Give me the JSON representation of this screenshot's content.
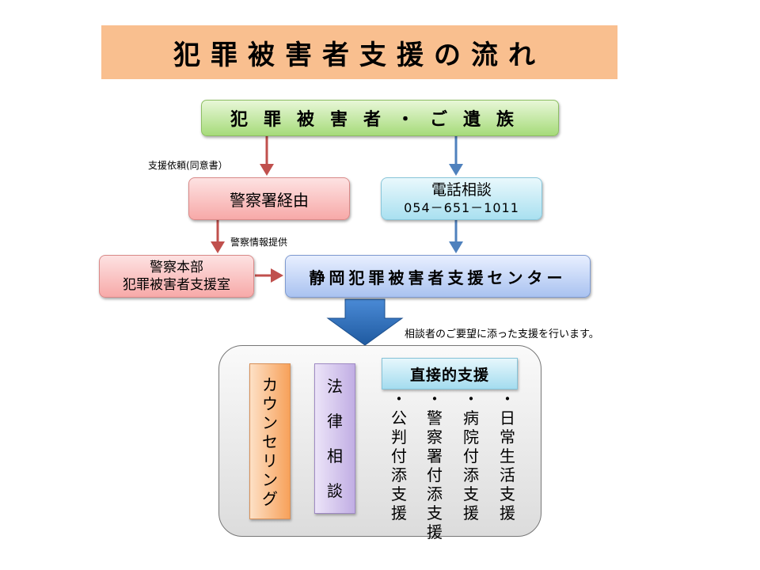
{
  "title": "犯罪被害者支援の流れ",
  "victims_label": "犯罪被害者・ご遺族",
  "request_note": "支援依頼(同意書）",
  "police_station": "警察署経由",
  "police_info_note": "警察情報提供",
  "hq_line1": "警察本部",
  "hq_line2": "犯罪被害者支援室",
  "phone_title": "電話相談",
  "phone_number": "054－651－1011",
  "support_center": "静岡犯罪被害者支援センター",
  "center_note": "相談者のご要望に添った支援を行います。",
  "services": {
    "counseling": "カウンセリング",
    "legal": "法律相談",
    "direct_title": "直接的支援",
    "direct_items": [
      "・公判付添支援",
      "・警察署付添支援",
      "・病院付添支援",
      "・日常生活支援"
    ]
  },
  "colors": {
    "banner": "#f9bf8f",
    "red_arrow": "#c0504d",
    "blue_arrow": "#4f81bd",
    "big_arrow": "#2e6db4"
  }
}
